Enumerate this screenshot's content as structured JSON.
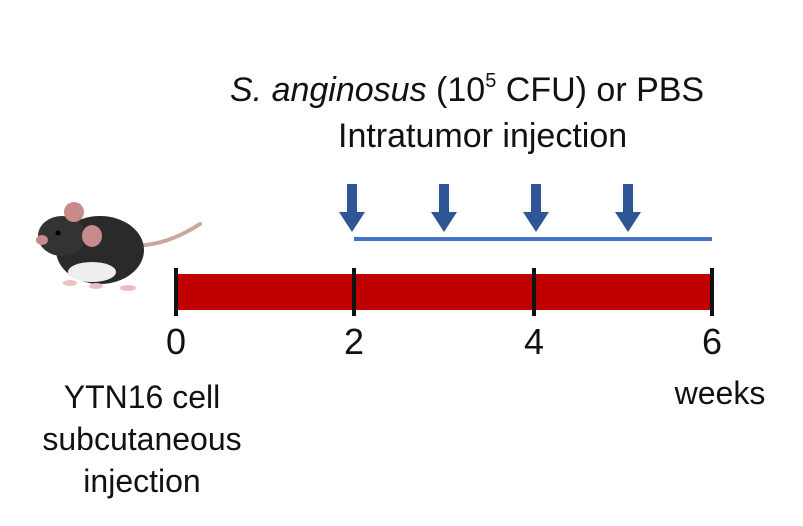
{
  "header": {
    "species": "S. anginosus",
    "dose_prefix": " (10",
    "dose_exponent": "5",
    "dose_suffix": " CFU) or PBS",
    "route": "Intratumor injection"
  },
  "timeline": {
    "ticks": [
      "0",
      "2",
      "4",
      "6"
    ],
    "unit_label": "weeks",
    "start_event": [
      "YTN16 cell",
      "subcutaneous",
      "injection"
    ]
  },
  "colors": {
    "timeline_bar": "#c00000",
    "injection_arrow": "#2f5597",
    "injection_line": "#4472c4",
    "tick": "#111111"
  },
  "icons": {
    "mouse": "mouse-icon",
    "arrow": "arrow-down-icon"
  }
}
